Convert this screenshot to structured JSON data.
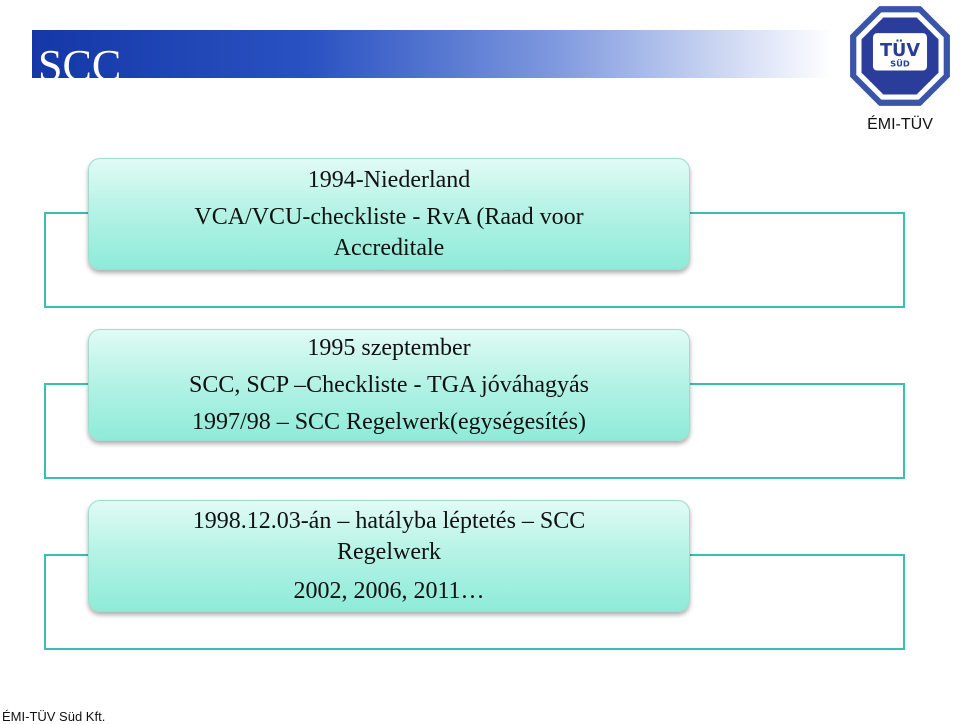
{
  "header": {
    "title": "SCC",
    "logo_text": "TÜV",
    "logo_subtext": "SÜD",
    "logo_caption": "ÉMI-TÜV"
  },
  "timeline": {
    "items": [
      {
        "lines": [
          "1994-Niederland",
          "VCA/VCU-checkliste -  RvA (Raad voor",
          "Accreditale"
        ]
      },
      {
        "lines": [
          "1995 szeptember",
          "SCC, SCP –Checkliste  - TGA jóváhagyás",
          "1997/98 – SCC Regelwerk(egységesítés)"
        ]
      },
      {
        "lines": [
          "1998.12.03-án – hatályba léptetés – SCC",
          "Regelwerk",
          "2002, 2006, 2011…"
        ]
      }
    ]
  },
  "footer": {
    "text": "ÉMI-TÜV Süd Kft."
  },
  "colors": {
    "title_bar_start": "#1537a8",
    "frame_border": "#37c0b0",
    "card_gradient_top": "#e1fbf5",
    "card_gradient_bottom": "#8eebd8",
    "logo_blue": "#2a3d9a"
  }
}
